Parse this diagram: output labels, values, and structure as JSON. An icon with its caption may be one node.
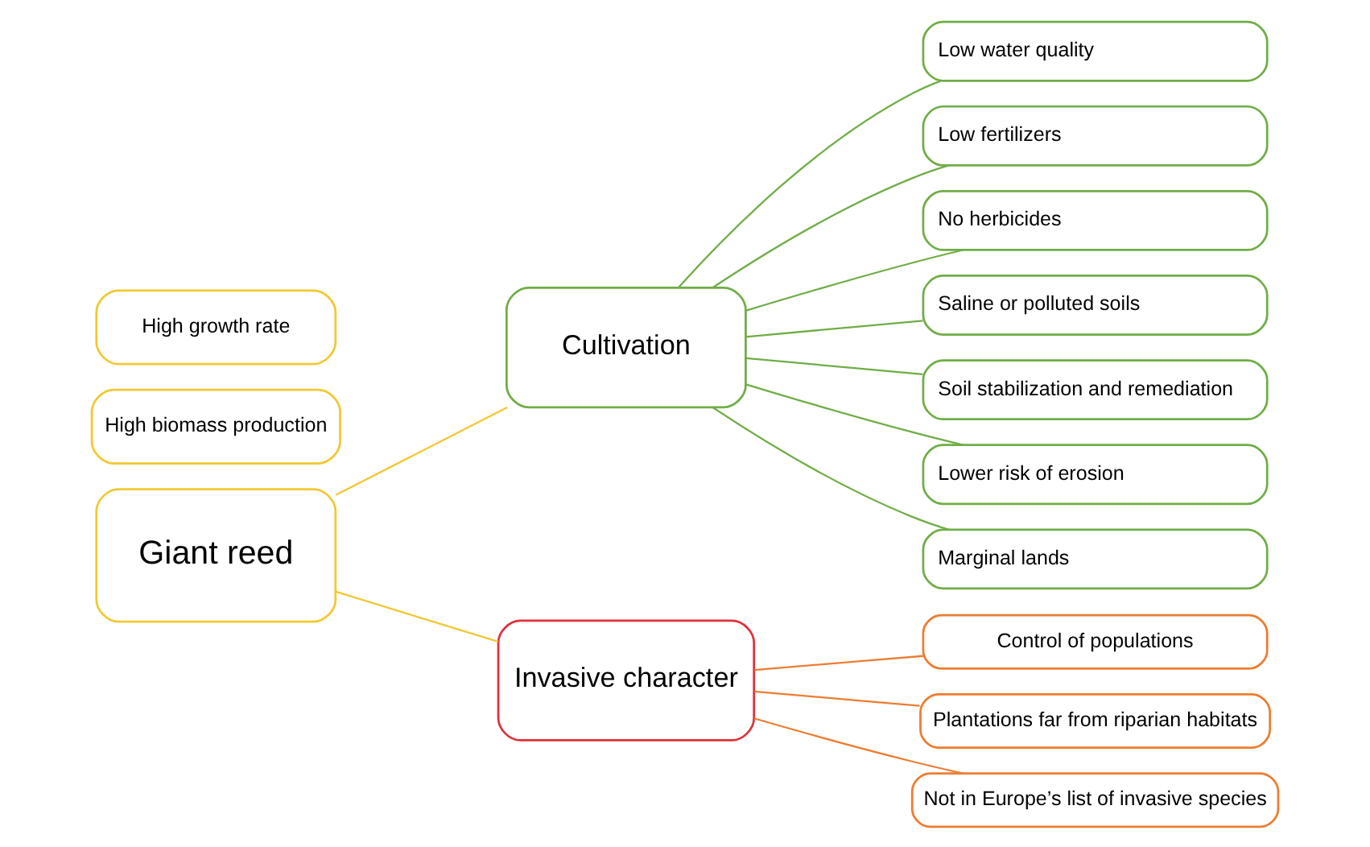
{
  "diagram": {
    "nodes": [
      {
        "text": [
          "Giant reed"
        ]
      },
      {
        "text": [
          "High biomass production"
        ]
      },
      {
        "text": [
          "High growth rate"
        ]
      },
      {
        "text": [
          "Cultivation"
        ]
      },
      {
        "text": [
          "Invasive character"
        ]
      },
      {
        "text": [
          "Low water quality"
        ]
      },
      {
        "text": [
          "Low fertilizers"
        ]
      },
      {
        "text": [
          "No herbicides"
        ]
      },
      {
        "text": [
          "Saline or polluted soils"
        ]
      },
      {
        "text": [
          "Soil stabilization and remediation"
        ]
      },
      {
        "text": [
          "Lower risk of erosion"
        ]
      },
      {
        "text": [
          "Marginal lands"
        ]
      },
      {
        "text": [
          "Control of populations"
        ]
      },
      {
        "text": [
          "Plantations far from riparian habitats"
        ]
      },
      {
        "text": [
          "Not in Europe’s list of invasive species"
        ]
      }
    ],
    "edges": [
      {
        "from": 0,
        "to": 3,
        "arrow": "none",
        "color": "#f2c832"
      },
      {
        "from": 0,
        "to": 4,
        "arrow": "none",
        "color": "#f2c832"
      },
      {
        "from": 3,
        "to": 5,
        "arrow": "none"
      },
      {
        "from": 3,
        "to": 6,
        "arrow": "none"
      },
      {
        "from": 3,
        "to": 7,
        "arrow": "none"
      },
      {
        "from": 3,
        "to": 8,
        "arrow": "none"
      },
      {
        "from": 3,
        "to": 9,
        "arrow": "none"
      },
      {
        "from": 3,
        "to": 10,
        "arrow": "none"
      },
      {
        "from": 3,
        "to": 11,
        "arrow": "none"
      },
      {
        "from": 4,
        "to": 12,
        "arrow": "none",
        "color": "#ed7d31"
      },
      {
        "from": 4,
        "to": 13,
        "arrow": "none",
        "color": "#ed7d31"
      },
      {
        "from": 4,
        "to": 14,
        "arrow": "none",
        "color": "#ed7d31"
      }
    ]
  }
}
